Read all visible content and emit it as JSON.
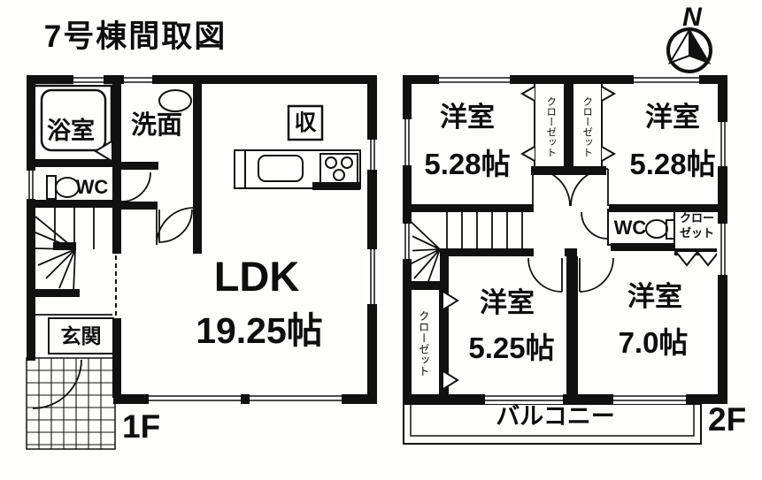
{
  "title": "7号棟間取図",
  "compass": {
    "north_label": "N"
  },
  "floor1": {
    "label": "1F",
    "bathroom": "浴室",
    "washroom": "洗面",
    "wc": "WC",
    "storage": "収",
    "ldk_name": "LDK",
    "ldk_size": "19.25帖",
    "entrance": "玄関"
  },
  "floor2": {
    "label": "2F",
    "bedroom_nw": {
      "name": "洋室",
      "size": "5.28帖"
    },
    "bedroom_ne": {
      "name": "洋室",
      "size": "5.28帖"
    },
    "bedroom_sw": {
      "name": "洋室",
      "size": "5.25帖"
    },
    "bedroom_se": {
      "name": "洋室",
      "size": "7.0帖"
    },
    "closet_nw": "クローゼット",
    "closet_ne": "クローゼット",
    "closet_hall_line1": "クロー",
    "closet_hall_line2": "ゼット",
    "closet_sw": "クローゼット",
    "wc": "WC",
    "balcony": "バルコニー"
  },
  "colors": {
    "line": "#111111",
    "background": "#ffffff"
  }
}
